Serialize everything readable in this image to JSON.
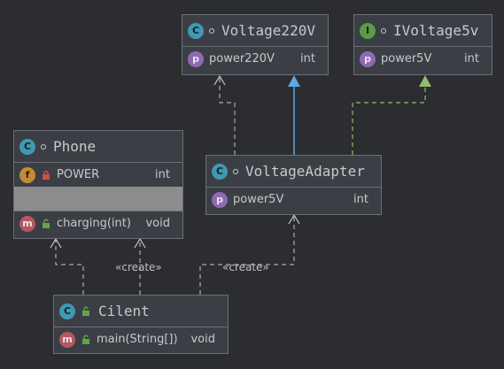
{
  "colors": {
    "background": "#2b2d30",
    "node_fill": "#3b3f45",
    "border": "#6b6f75",
    "realization_arrow": "#8fbf6a",
    "generalization_arrow": "#5ca7e6",
    "dependency_line": "#c8c8c8"
  },
  "nodes": {
    "voltage220v": {
      "badge": "C",
      "title": "Voltage220V",
      "members": [
        {
          "badge": "p",
          "name": "power220V",
          "type": "int"
        }
      ]
    },
    "ivoltage5v": {
      "badge": "I",
      "title": "IVoltage5v",
      "members": [
        {
          "badge": "p",
          "name": "power5V",
          "type": "int"
        }
      ]
    },
    "phone": {
      "badge": "C",
      "title": "Phone",
      "fields": [
        {
          "badge": "f",
          "name": "POWER",
          "type": "int"
        }
      ],
      "methods": [
        {
          "badge": "m",
          "name": "charging(int)",
          "type": "void"
        }
      ]
    },
    "voltage_adapter": {
      "badge": "C",
      "title": "VoltageAdapter",
      "members": [
        {
          "badge": "p",
          "name": "power5V",
          "type": "int"
        }
      ]
    },
    "cilent": {
      "badge": "C",
      "title": "Cilent",
      "methods": [
        {
          "badge": "m",
          "name": "main(String[])",
          "type": "void"
        }
      ]
    }
  },
  "edges": {
    "create_label_1": "«create»",
    "create_label_2": "«create»"
  }
}
